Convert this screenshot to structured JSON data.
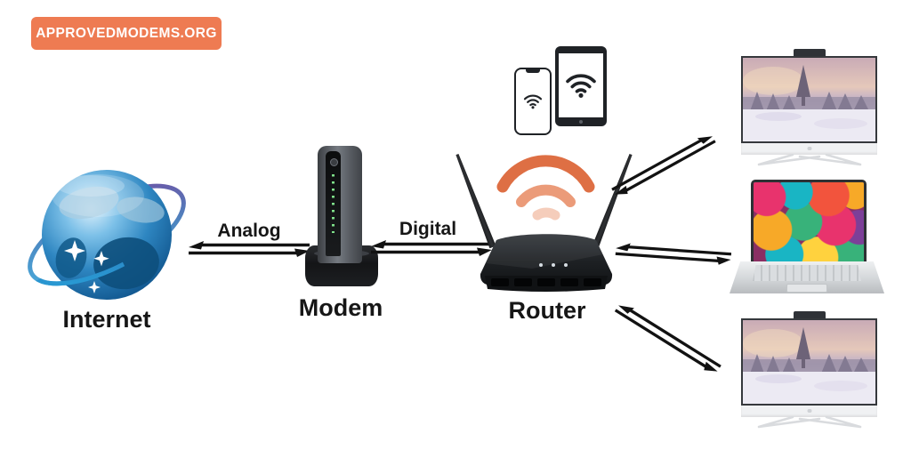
{
  "banner": {
    "label": "APPROVEDMODEMS.ORG",
    "bg_color": "#ee7b52",
    "text_color": "#ffffff"
  },
  "diagram": {
    "internet": {
      "label": "Internet"
    },
    "modem": {
      "label": "Modem"
    },
    "router": {
      "label": "Router"
    },
    "analog_link": {
      "label": "Analog"
    },
    "digital_link": {
      "label": "Digital"
    },
    "wireless_clients": [
      "smartphone",
      "tablet"
    ],
    "wired_clients": [
      "desktop-monitor-top",
      "laptop",
      "desktop-monitor-bottom"
    ],
    "icons": [
      "globe-icon",
      "wifi-icon",
      "wifi-waves-icon",
      "smartphone-icon",
      "tablet-icon",
      "monitor-icon",
      "laptop-icon",
      "double-arrow-icon",
      "antenna-icon"
    ],
    "colors": {
      "accent_orange": "#ee7b52",
      "wifi_wave_orange": "#de6f44",
      "arrow_black": "#121212",
      "globe_blue": "#2e86c1"
    }
  }
}
